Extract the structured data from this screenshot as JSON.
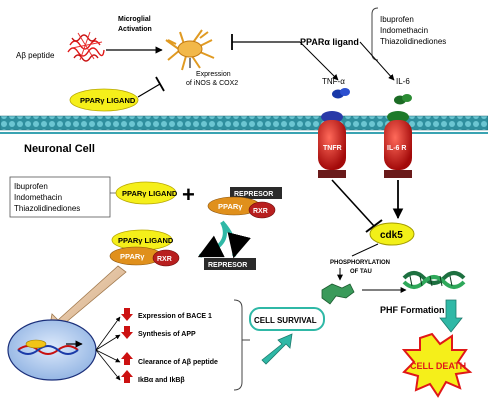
{
  "labels": {
    "abeta_peptide": "Aβ peptide",
    "microglial_activation_1": "Microglial",
    "microglial_activation_2": "Activation",
    "ppar_alpha_ligand": "PPARα ligand",
    "drug_box_top": [
      "Ibuprofen",
      "Indomethacin",
      "Thiazolidinediones"
    ],
    "drug_box_left": [
      "Ibuprofen",
      "Indomethacin",
      "Thiazolidinediones"
    ],
    "expression_1": "Expression",
    "expression_2": "of iNOS & COX2",
    "ppar_gamma_ligand_top": "PPARγ LIGAND",
    "tnf_alpha": "TNF-α",
    "il6": "IL-6",
    "neuronal_cell": "Neuronal Cell",
    "tnfr": "TNFR",
    "il6r": "IL-6 R",
    "ppar_gamma_ligand_mid": "PPARγ LIGAND",
    "plus": "+",
    "represor_top": "REPRESOR",
    "ppar_gamma_1": "PPARγ",
    "rxr_1": "RXR",
    "cdk5": "cdk5",
    "complex_ligand": "PPARγ LIGAND",
    "ppar_gamma_2": "PPARγ",
    "rxr_2": "RXR",
    "represor_bottom": "REPRESOR",
    "phosphorylation_1": "PHOSPHORYLATION",
    "phosphorylation_2": "OF TAU",
    "phf_formation": "PHF Formation",
    "effects": [
      "Expression of BACE 1",
      "Synthesis of APP",
      "Clearance of Aβ peptide",
      "IkBα and IkBβ"
    ],
    "cell_survival": "CELL SURVIVAL",
    "cell_death": "CELL DEATH"
  },
  "colors": {
    "ligand_yellow": "#f5ef1a",
    "membrane_teal": "#3aa3b2",
    "receptor_red": "#cc1111",
    "receptor_green": "#2c8c2c",
    "ppar_orange": "#e0901c",
    "rxr_red": "#b81f1f",
    "cdk5_yellow": "#f2f018",
    "cell_survival_green": "#2fb8a6",
    "arrow_red": "#cc1111",
    "tau_green": "#3a9a5a",
    "nucleus_blue": "#b6d0f0"
  },
  "icons": {
    "abeta": "red-fibril-icon",
    "microglia": "microglia-cell-icon",
    "tnf": "blue-cytokine-icon",
    "il6": "green-cytokine-icon",
    "dna": "dna-helix-icon",
    "tau": "tau-protein-icon",
    "phf": "paired-helical-filament-icon"
  }
}
